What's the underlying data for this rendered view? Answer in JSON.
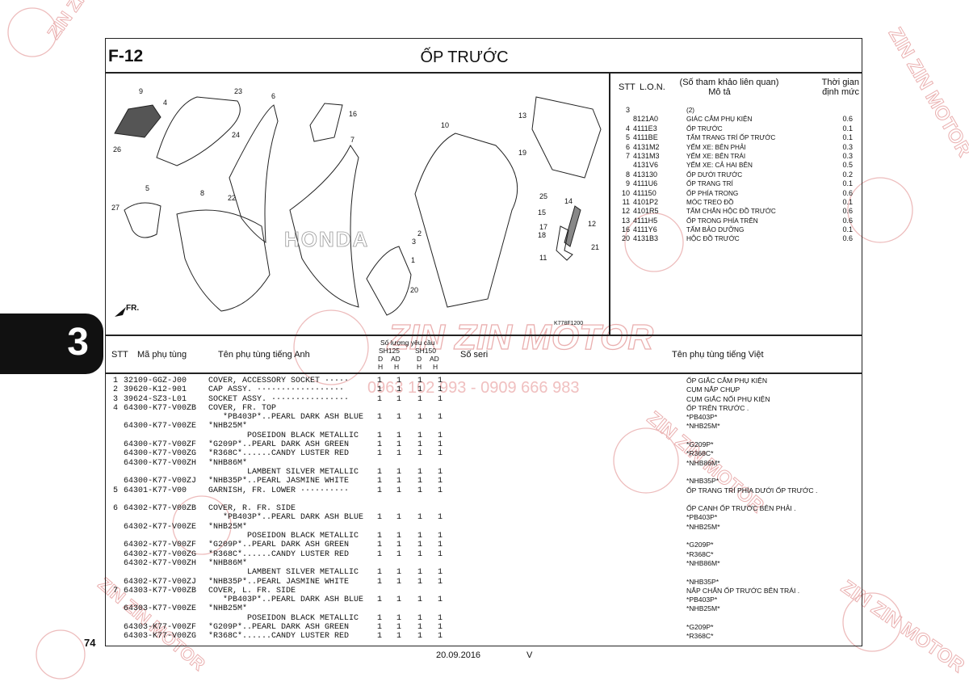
{
  "header": {
    "section_code": "F-12",
    "title": "ỐP TRƯỚC",
    "chapter_tab": "3",
    "page_number": "74",
    "date": "20.09.2016",
    "version": "V"
  },
  "watermark": {
    "brand": "ZIN ZIN MOTOR",
    "phones": "0963 102 993 - 0909 666 983"
  },
  "diagram": {
    "code": "K778F1200",
    "direction_label": "FR.",
    "brand_text": "HONDA",
    "callouts": [
      "1",
      "2",
      "3",
      "4",
      "5",
      "6",
      "7",
      "8",
      "9",
      "10",
      "11",
      "12",
      "13",
      "14",
      "15",
      "16",
      "17",
      "18",
      "19",
      "20",
      "21",
      "22",
      "23",
      "24",
      "25",
      "26",
      "27"
    ]
  },
  "ref_table": {
    "col_stt": "STT",
    "col_lon": "L.O.N.",
    "col_desc_1": "(Số tham khảo liên quan)",
    "col_desc_2": "Mô tả",
    "col_time_1": "Thời gian",
    "col_time_2": "định mức",
    "rows": [
      {
        "no": "3",
        "code": "",
        "desc": "(2)",
        "time": ""
      },
      {
        "no": "",
        "code": "8121A0",
        "desc": "GIÁC CẮM PHỤ KIỆN",
        "time": "0.6"
      },
      {
        "no": "4",
        "code": "4111E3",
        "desc": "ỐP TRƯỚC",
        "time": "0.1"
      },
      {
        "no": "5",
        "code": "4111BE",
        "desc": "TẤM TRANG TRÍ ỐP TRƯỚC",
        "time": "0.1"
      },
      {
        "no": "6",
        "code": "4131M2",
        "desc": "YẾM XE: BÊN PHẢI",
        "time": "0.3"
      },
      {
        "no": "7",
        "code": "4131M3",
        "desc": "YẾM XE: BÊN TRÁI",
        "time": "0.3"
      },
      {
        "no": "",
        "code": "4131V6",
        "desc": "YẾM XE: CẢ HAI BÊN",
        "time": "0.5"
      },
      {
        "no": "8",
        "code": "413130",
        "desc": "ỐP DƯỚI TRƯỚC",
        "time": "0.2"
      },
      {
        "no": "9",
        "code": "4111U6",
        "desc": "ỐP TRANG TRÍ",
        "time": "0.1"
      },
      {
        "no": "10",
        "code": "411150",
        "desc": "ỐP PHÍA TRONG",
        "time": "0.6"
      },
      {
        "no": "11",
        "code": "4101P2",
        "desc": "MÓC TREO ĐỒ",
        "time": "0.1"
      },
      {
        "no": "12",
        "code": "4101R5",
        "desc": "TẤM CHẮN HỘC ĐỒ TRƯỚC",
        "time": "0.6"
      },
      {
        "no": "13",
        "code": "4111H5",
        "desc": "ỐP TRONG PHÍA TRÊN",
        "time": "0.6"
      },
      {
        "no": "16",
        "code": "4111Y6",
        "desc": "TẤM BẢO DƯỠNG",
        "time": "0.1"
      },
      {
        "no": "20",
        "code": "4131B3",
        "desc": "HỘC ĐỒ TRƯỚC",
        "time": "0.6"
      }
    ]
  },
  "parts_header": {
    "stt": "STT",
    "part_no": "Mã phụ tùng",
    "name_en": "Tên phụ tùng tiếng Anh",
    "qty_label": "Số lượng yêu cầu",
    "model_1": "SH125",
    "model_2": "SH150",
    "col_d": "D",
    "col_ad": "AD",
    "col_h": "H",
    "serial": "Số seri",
    "name_vi": "Tên phụ tùng tiếng Việt"
  },
  "parts": [
    {
      "no": "1",
      "pn": "32109-GGZ-J00",
      "desc": "COVER, ACCESSORY SOCKET ·····",
      "q": [
        "1",
        "1",
        "1",
        "1"
      ],
      "vi": "ỐP GIẮC CẮM PHỤ KIỆN"
    },
    {
      "no": "2",
      "pn": "39620-K12-901",
      "desc": "CAP ASSY. ··················",
      "q": [
        "1",
        "1",
        "1",
        "1"
      ],
      "vi": "CỤM NẮP CHỤP"
    },
    {
      "no": "3",
      "pn": "39624-SZ3-L01",
      "desc": "SOCKET ASSY. ················",
      "q": [
        "1",
        "1",
        "1",
        "1"
      ],
      "vi": "CỤM GIẮC NỐI PHỤ KIỆN"
    },
    {
      "no": "4",
      "pn": "64300-K77-V00ZB",
      "desc": "COVER, FR. TOP",
      "q": [
        "",
        "",
        "",
        ""
      ],
      "vi": "ỐP TRÊN TRƯỚC ."
    },
    {
      "no": "",
      "pn": "",
      "desc": "   *PB403P*..PEARL DARK ASH BLUE",
      "q": [
        "1",
        "1",
        "1",
        "1"
      ],
      "vi": "*PB403P*"
    },
    {
      "no": "",
      "pn": "64300-K77-V00ZE",
      "desc": "*NHB25M*",
      "q": [
        "",
        "",
        "",
        ""
      ],
      "vi": "*NHB25M*"
    },
    {
      "no": "",
      "pn": "",
      "desc": "        POSEIDON BLACK METALLIC",
      "q": [
        "1",
        "1",
        "1",
        "1"
      ],
      "vi": ""
    },
    {
      "no": "",
      "pn": "64300-K77-V00ZF",
      "desc": "*G209P*..PEARL DARK ASH GREEN",
      "q": [
        "1",
        "1",
        "1",
        "1"
      ],
      "vi": "*G209P*"
    },
    {
      "no": "",
      "pn": "64300-K77-V00ZG",
      "desc": "*R368C*......CANDY LUSTER RED",
      "q": [
        "1",
        "1",
        "1",
        "1"
      ],
      "vi": "*R368C*"
    },
    {
      "no": "",
      "pn": "64300-K77-V00ZH",
      "desc": "*NHB86M*",
      "q": [
        "",
        "",
        "",
        ""
      ],
      "vi": "*NHB86M*"
    },
    {
      "no": "",
      "pn": "",
      "desc": "        LAMBENT SILVER METALLIC",
      "q": [
        "1",
        "1",
        "1",
        "1"
      ],
      "vi": ""
    },
    {
      "no": "",
      "pn": "64300-K77-V00ZJ",
      "desc": "*NHB35P*..PEARL JASMINE WHITE",
      "q": [
        "1",
        "1",
        "1",
        "1"
      ],
      "vi": "*NHB35P*"
    },
    {
      "no": "5",
      "pn": "64301-K77-V00",
      "desc": "GARNISH, FR. LOWER ··········",
      "q": [
        "1",
        "1",
        "1",
        "1"
      ],
      "vi": "ỐP TRANG TRÍ PHÍA DƯỚI ỐP TRƯỚC ."
    },
    {
      "no": "",
      "pn": "",
      "desc": "",
      "q": [
        "",
        "",
        "",
        ""
      ],
      "vi": ""
    },
    {
      "no": "6",
      "pn": "64302-K77-V00ZB",
      "desc": "COVER, R. FR. SIDE",
      "q": [
        "",
        "",
        "",
        ""
      ],
      "vi": "ỐP CẠNH ỐP TRƯỚC BÊN PHẢI ."
    },
    {
      "no": "",
      "pn": "",
      "desc": "   *PB403P*..PEARL DARK ASH BLUE",
      "q": [
        "1",
        "1",
        "1",
        "1"
      ],
      "vi": "*PB403P*"
    },
    {
      "no": "",
      "pn": "64302-K77-V00ZE",
      "desc": "*NHB25M*",
      "q": [
        "",
        "",
        "",
        ""
      ],
      "vi": "*NHB25M*"
    },
    {
      "no": "",
      "pn": "",
      "desc": "        POSEIDON BLACK METALLIC",
      "q": [
        "1",
        "1",
        "1",
        "1"
      ],
      "vi": ""
    },
    {
      "no": "",
      "pn": "64302-K77-V00ZF",
      "desc": "*G209P*..PEARL DARK ASH GREEN",
      "q": [
        "1",
        "1",
        "1",
        "1"
      ],
      "vi": "*G209P*"
    },
    {
      "no": "",
      "pn": "64302-K77-V00ZG",
      "desc": "*R368C*......CANDY LUSTER RED",
      "q": [
        "1",
        "1",
        "1",
        "1"
      ],
      "vi": "*R368C*"
    },
    {
      "no": "",
      "pn": "64302-K77-V00ZH",
      "desc": "*NHB86M*",
      "q": [
        "",
        "",
        "",
        ""
      ],
      "vi": "*NHB86M*"
    },
    {
      "no": "",
      "pn": "",
      "desc": "        LAMBENT SILVER METALLIC",
      "q": [
        "1",
        "1",
        "1",
        "1"
      ],
      "vi": ""
    },
    {
      "no": "",
      "pn": "64302-K77-V00ZJ",
      "desc": "*NHB35P*..PEARL JASMINE WHITE",
      "q": [
        "1",
        "1",
        "1",
        "1"
      ],
      "vi": "*NHB35P*"
    },
    {
      "no": "7",
      "pn": "64303-K77-V00ZB",
      "desc": "COVER, L. FR. SIDE",
      "q": [
        "",
        "",
        "",
        ""
      ],
      "vi": "NẮP CHẮN ỐP TRƯỚC BÊN TRÁI ."
    },
    {
      "no": "",
      "pn": "",
      "desc": "   *PB403P*..PEARL DARK ASH BLUE",
      "q": [
        "1",
        "1",
        "1",
        "1"
      ],
      "vi": "*PB403P*"
    },
    {
      "no": "",
      "pn": "64303-K77-V00ZE",
      "desc": "*NHB25M*",
      "q": [
        "",
        "",
        "",
        ""
      ],
      "vi": "*NHB25M*"
    },
    {
      "no": "",
      "pn": "",
      "desc": "        POSEIDON BLACK METALLIC",
      "q": [
        "1",
        "1",
        "1",
        "1"
      ],
      "vi": ""
    },
    {
      "no": "",
      "pn": "64303-K77-V00ZF",
      "desc": "*G209P*..PEARL DARK ASH GREEN",
      "q": [
        "1",
        "1",
        "1",
        "1"
      ],
      "vi": "*G209P*"
    },
    {
      "no": "",
      "pn": "64303-K77-V00ZG",
      "desc": "*R368C*......CANDY LUSTER RED",
      "q": [
        "1",
        "1",
        "1",
        "1"
      ],
      "vi": "*R368C*"
    }
  ],
  "colors": {
    "watermark": "#e8a3a3",
    "ink": "#111111",
    "tab": "#111111"
  }
}
